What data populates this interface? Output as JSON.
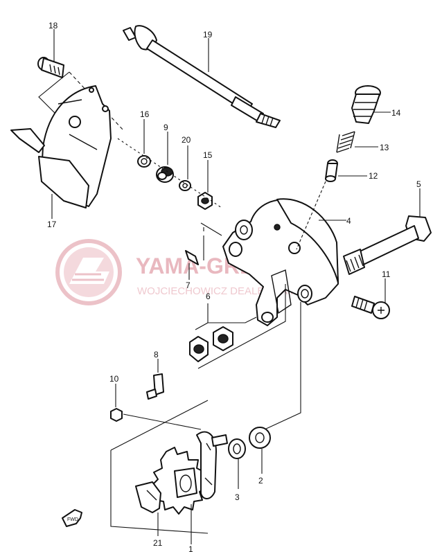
{
  "diagram": {
    "part_numbers": {
      "p1": "1",
      "p2": "2",
      "p3": "3",
      "p4": "4",
      "p5": "5",
      "p6": "6",
      "p7": "7",
      "p8": "8",
      "p9": "9",
      "p10": "10",
      "p11": "11",
      "p12": "12",
      "p13": "13",
      "p14": "14",
      "p15": "15",
      "p16": "16",
      "p17": "17",
      "p18": "18",
      "p19": "19",
      "p20": "20",
      "p21": "21"
    },
    "watermark": {
      "title": "YAMA-GREEN.PL",
      "subtitle": "WOJCIECHOWICZ DEALER YAMAHA"
    },
    "direction_arrow": "FWD",
    "colors": {
      "line": "#111111",
      "watermark": "#e9b8bf",
      "background": "#ffffff"
    }
  }
}
